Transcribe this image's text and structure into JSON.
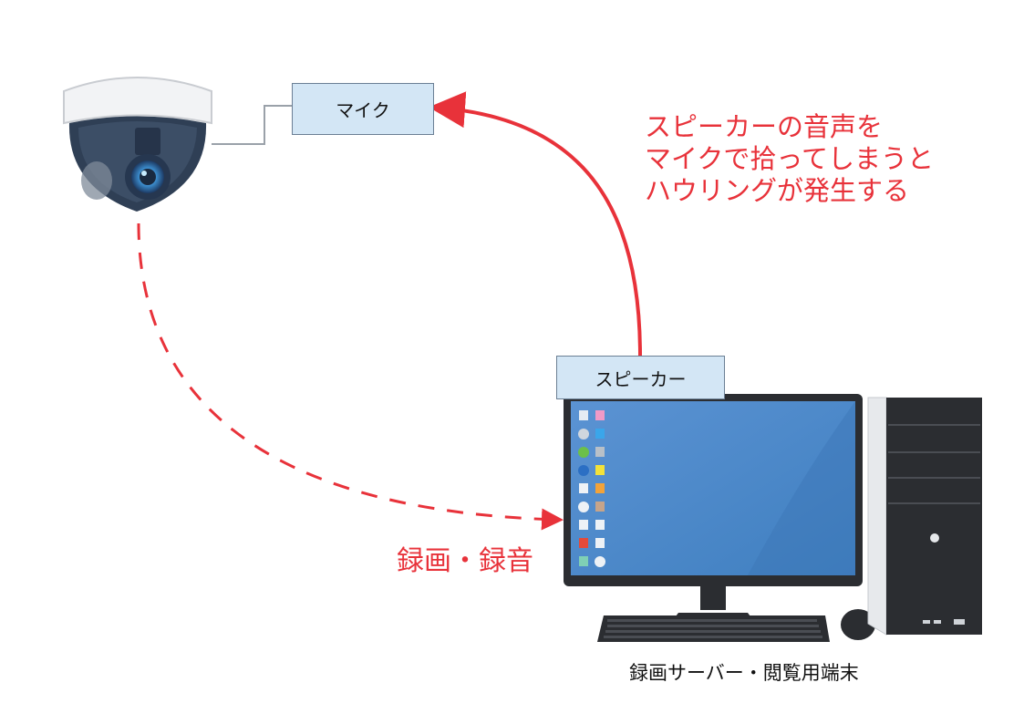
{
  "labels": {
    "mic": "マイク",
    "speaker": "スピーカー",
    "record": "録画・録音",
    "terminal": "録画サーバー・閲覧用端末"
  },
  "annotation": {
    "lines": [
      "スピーカーの音声を",
      "マイクで拾ってしまうと",
      "ハウリングが発生する"
    ]
  },
  "colors": {
    "accent_red": "#e8323a",
    "box_fill": "#d3e6f5",
    "screen_blue": "#4a86c8",
    "pc_dark": "#2b2d31"
  },
  "icons": {
    "camera": "dome-camera-icon",
    "monitor": "monitor-icon",
    "tower": "pc-tower-icon",
    "keyboard": "keyboard-icon",
    "mouse": "mouse-icon"
  }
}
